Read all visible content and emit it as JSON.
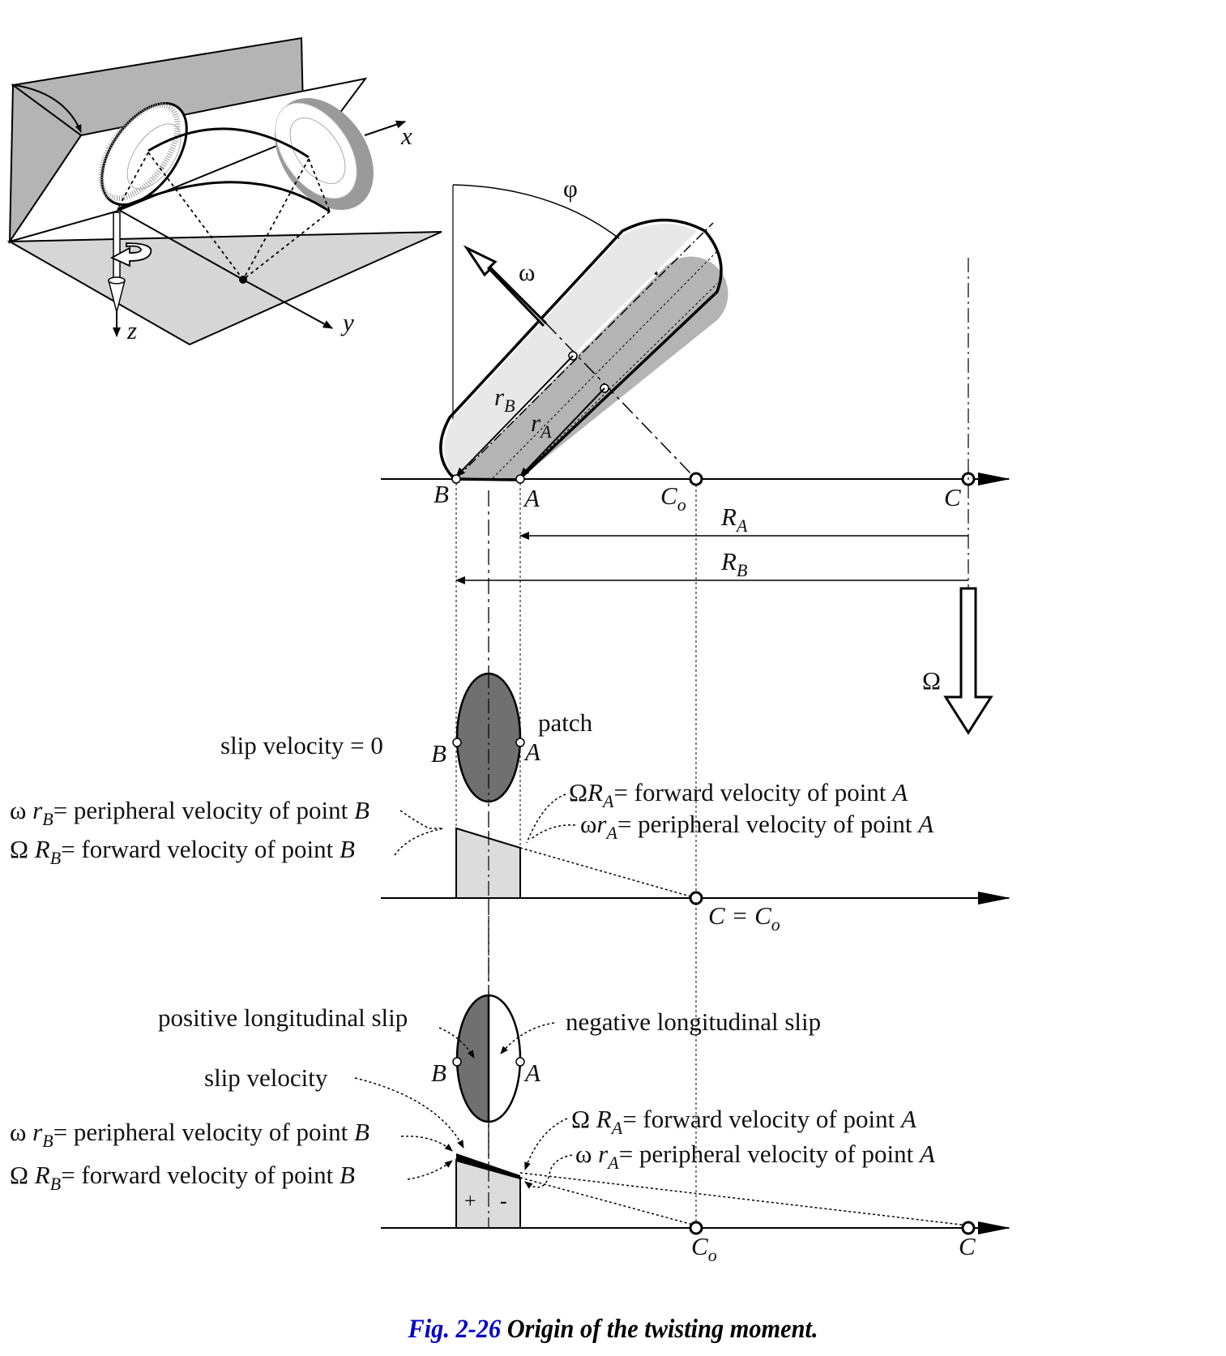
{
  "figure": {
    "caption_number": "Fig. 2-26",
    "caption_text": "Origin of the twisting moment.",
    "caption_number_color": "#0000cc"
  },
  "perspective_view": {
    "axis_x": "x",
    "axis_y": "y",
    "axis_z": "z"
  },
  "top_view": {
    "angle_label": "φ",
    "spin_label": "ω",
    "radius_b": {
      "main": "r",
      "sub": "B"
    },
    "radius_a": {
      "main": "r",
      "sub": "A"
    },
    "point_b": "B",
    "point_a": "A",
    "center_co": {
      "main": "C",
      "sub": "o"
    },
    "center_c": "C",
    "big_radius_a": {
      "main": "R",
      "sub": "A"
    },
    "big_radius_b": {
      "main": "R",
      "sub": "B"
    },
    "yaw_label": "Ω"
  },
  "case_no_slip": {
    "patch_label": "patch",
    "slip_label": "slip velocity = 0",
    "point_b": "B",
    "point_a": "A",
    "b_peripheral": {
      "sym": "ω ",
      "var": "r",
      "sub": "B",
      "rest": "= peripheral velocity of point ",
      "pt": "B"
    },
    "b_forward": {
      "sym": "Ω ",
      "var": "R",
      "sub": "B",
      "rest": "= forward velocity of point ",
      "pt": "B"
    },
    "a_forward": {
      "sym": "Ω",
      "var": "R",
      "sub": "A",
      "rest": "= forward velocity of point ",
      "pt": "A"
    },
    "a_peripheral": {
      "sym": "ω",
      "var": "r",
      "sub": "A",
      "rest": "= peripheral velocity of point ",
      "pt": "A"
    },
    "center_label": {
      "lhs": "C = C",
      "sub": "o"
    }
  },
  "case_slip": {
    "positive_label": "positive longitudinal slip",
    "negative_label": "negative longitudinal slip",
    "slip_velocity_label": "slip velocity",
    "point_b": "B",
    "point_a": "A",
    "b_peripheral": {
      "sym": "ω ",
      "var": "r",
      "sub": "B",
      "rest": "= peripheral velocity of point ",
      "pt": "B"
    },
    "b_forward": {
      "sym": "Ω ",
      "var": "R",
      "sub": "B",
      "rest": "= forward velocity of point ",
      "pt": "B"
    },
    "a_forward": {
      "sym": "Ω ",
      "var": "R",
      "sub": "A",
      "rest": "= forward velocity of point ",
      "pt": "A"
    },
    "a_peripheral": {
      "sym": "ω ",
      "var": "r",
      "sub": "A",
      "rest": "= peripheral velocity of point ",
      "pt": "A"
    },
    "plus_sign": "+",
    "minus_sign": "-",
    "center_co": {
      "main": "C",
      "sub": "o"
    },
    "center_c": "C"
  },
  "colors": {
    "dark_fill": "#707070",
    "mid_fill": "#b4b4b4",
    "light_fill": "#dcdcdc",
    "lighter_fill": "#e8e8e8",
    "ink": "#000000"
  }
}
